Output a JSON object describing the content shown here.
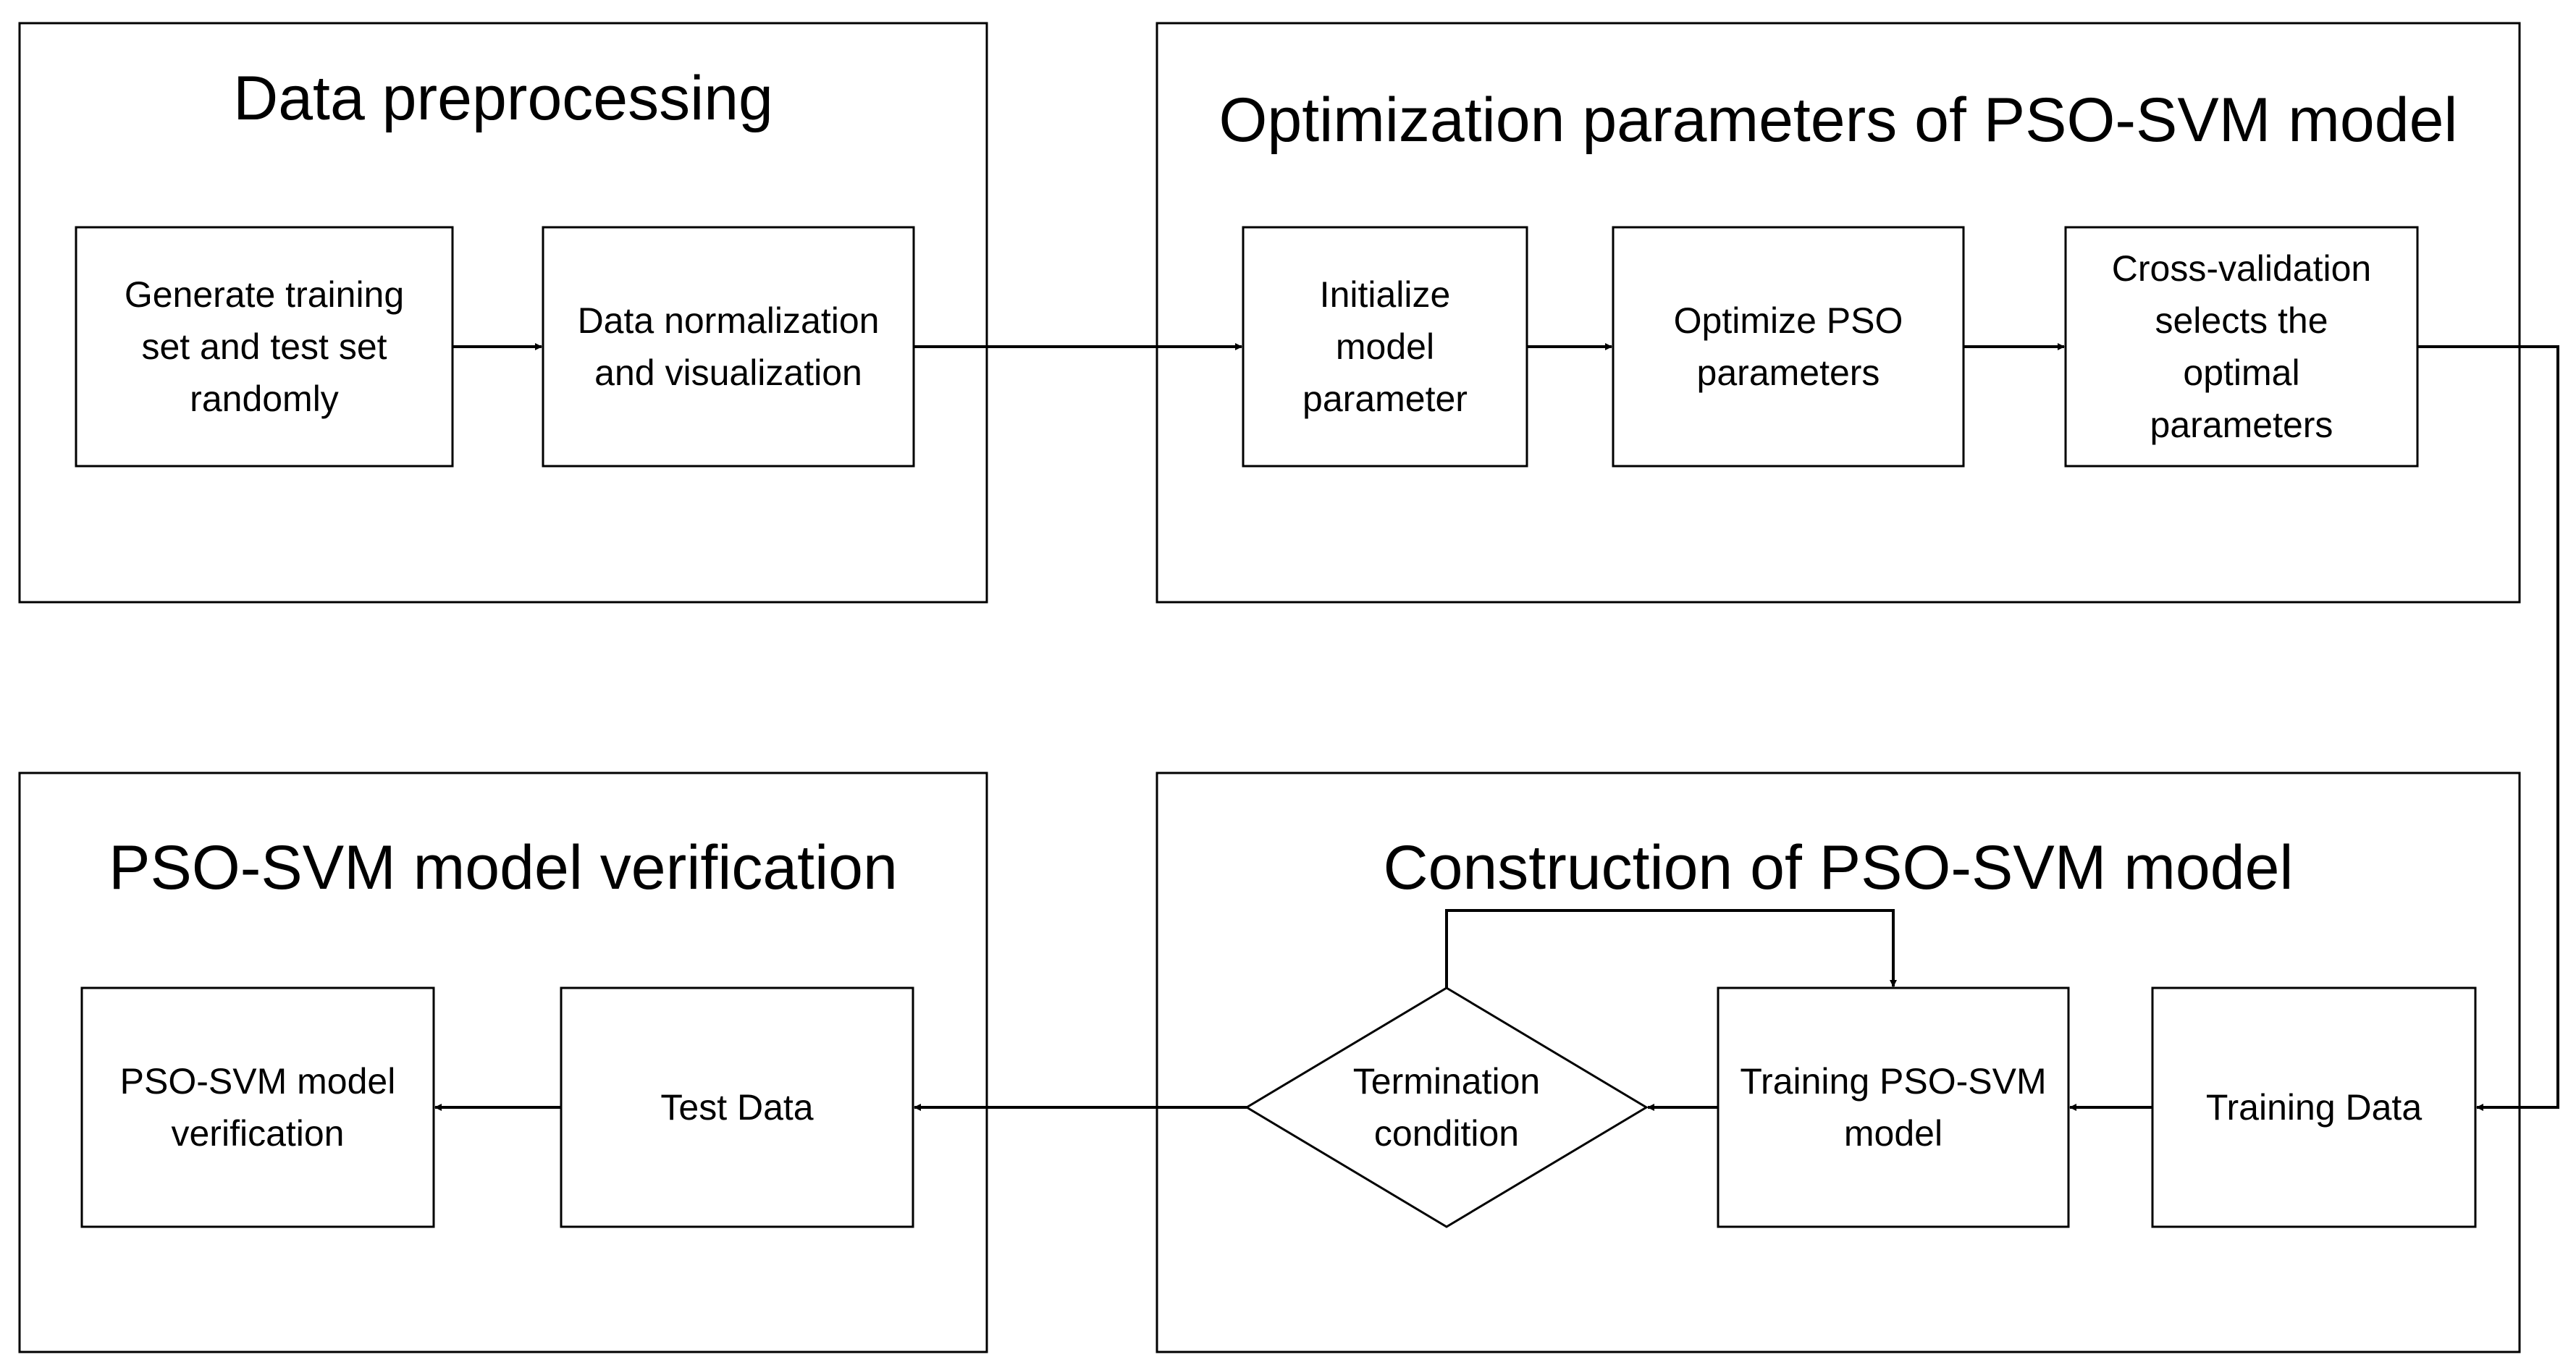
{
  "panels": {
    "preprocessing": {
      "title": "Data preprocessing"
    },
    "optimization": {
      "title": "Optimization  parameters of PSO-SVM model"
    },
    "verification": {
      "title": "PSO-SVM model verification"
    },
    "construction": {
      "title": "Construction of PSO-SVM model"
    }
  },
  "nodes": {
    "generate_sets": {
      "lines": [
        "Generate training",
        "set and test set",
        "randomly"
      ]
    },
    "normalization": {
      "lines": [
        "Data normalization",
        "and visualization"
      ]
    },
    "initialize": {
      "lines": [
        "Initialize",
        "model",
        "parameter"
      ]
    },
    "optimize_pso": {
      "lines": [
        "Optimize PSO",
        "parameters"
      ]
    },
    "cross_validation": {
      "lines": [
        "Cross-validation",
        "selects the",
        "optimal",
        "parameters"
      ]
    },
    "training_data": {
      "lines": [
        "Training Data"
      ]
    },
    "training_model": {
      "lines": [
        "Training PSO-SVM",
        "model"
      ]
    },
    "termination": {
      "lines": [
        "Termination",
        "condition"
      ]
    },
    "test_data": {
      "lines": [
        "Test Data"
      ]
    },
    "verification_result": {
      "lines": [
        "PSO-SVM model",
        "verification"
      ]
    }
  },
  "colors": {
    "stroke": "#000000",
    "background": "#ffffff"
  }
}
